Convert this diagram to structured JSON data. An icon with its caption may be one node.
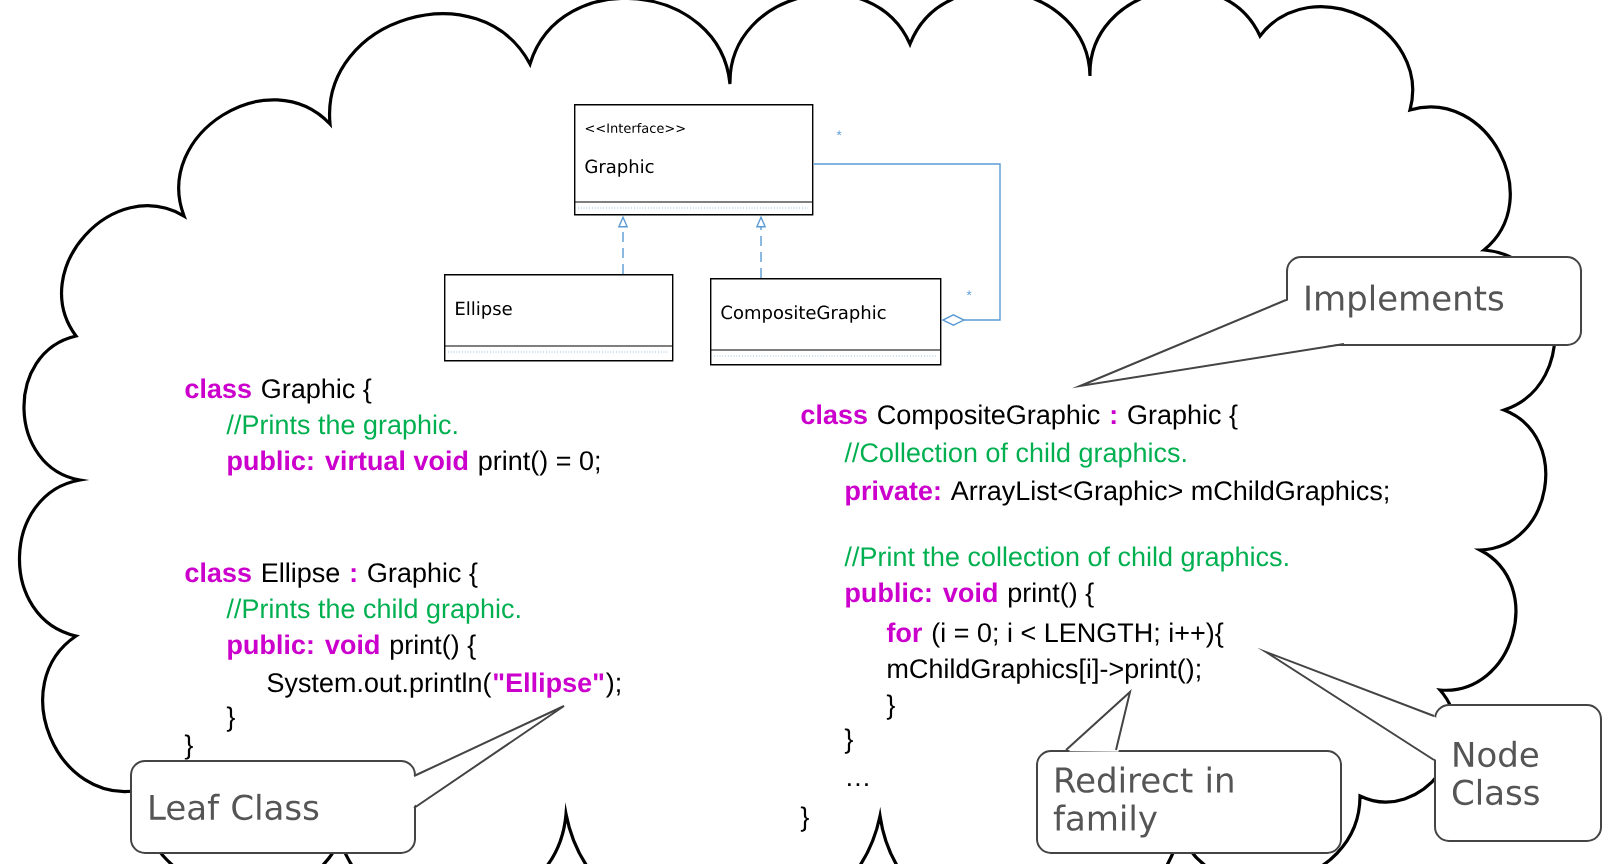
{
  "diagram": {
    "nodes": [
      {
        "text": [
          "<<Interface>>",
          "Graphic"
        ]
      },
      {
        "text": [
          "Ellipse"
        ]
      },
      {
        "text": [
          "CompositeGraphic"
        ]
      },
      {
        "text": [
          "Implements"
        ]
      },
      {
        "text": [
          "Leaf Class"
        ]
      },
      {
        "text": [
          "Redirect in family"
        ]
      },
      {
        "text": [
          "Node Class"
        ]
      }
    ],
    "edges": [
      {
        "from": 1,
        "to": 0,
        "arrow": "to",
        "style": "dashed"
      },
      {
        "from": 2,
        "to": 0,
        "arrow": "to",
        "style": "dashed"
      },
      {
        "from": 0,
        "to": 2,
        "arrow": "other"
      }
    ],
    "labels": [
      "*",
      "*",
      "class",
      "Graphic {",
      "//Prints the graphic.",
      "public: virtual void",
      "print() = 0;",
      "class",
      "Ellipse",
      ":",
      "Graphic {",
      "//Prints the child graphic.",
      "public: void",
      "print() {",
      "System.out.println(",
      "\"Ellipse\"",
      ");",
      "}",
      "}",
      "class",
      "CompositeGraphic",
      ":",
      "Graphic {",
      "//Collection of child graphics.",
      "private:",
      "ArrayList<Graphic> mChildGraphics;",
      "//Print the collection of child graphics.",
      "public: void",
      "print() {",
      "for",
      "(i = 0; i < LENGTH; i++){",
      "mChildGraphics[i]->print();",
      "}",
      "}",
      "…",
      "}"
    ]
  }
}
